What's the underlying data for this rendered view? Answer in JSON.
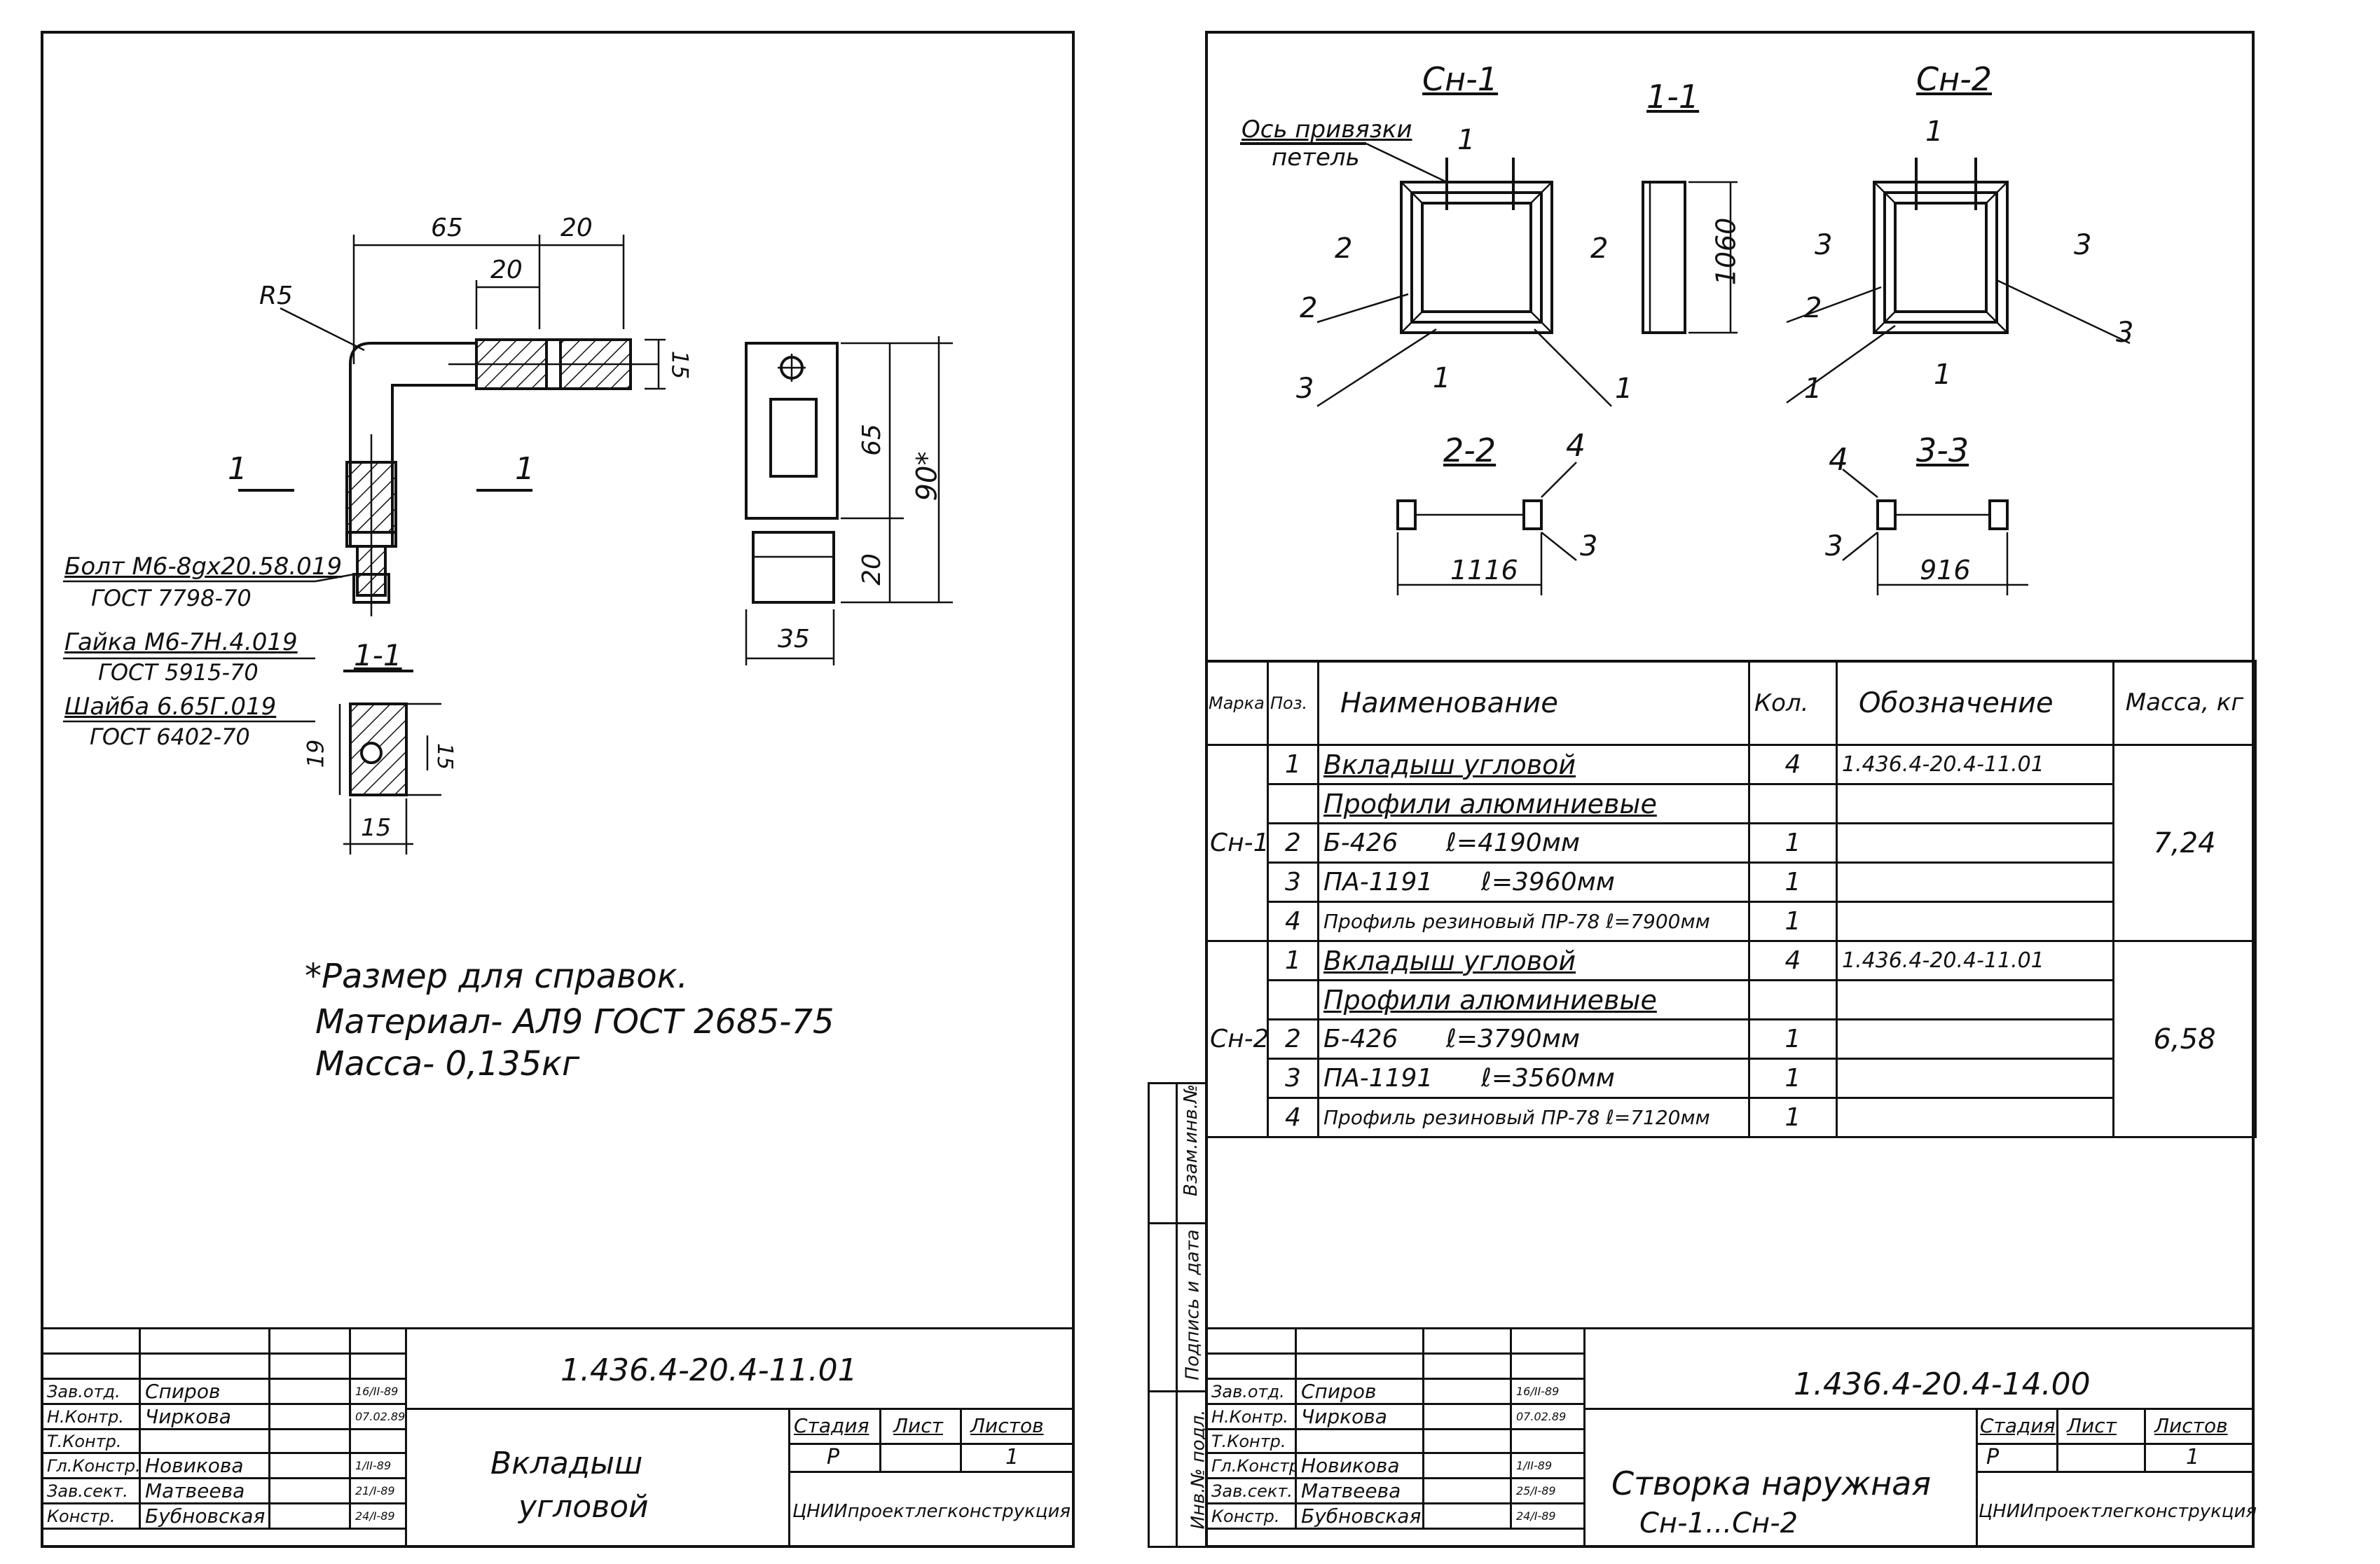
{
  "left": {
    "dims": {
      "d65_top": "65",
      "d20_top": "20",
      "d20_inner": "20",
      "r5": "R5",
      "d15_right": "15",
      "d65_side": "65",
      "d90": "90*",
      "d20_side": "20",
      "d35": "35",
      "d19": "19",
      "d15_sec_r": "15",
      "d15_sec_b": "15"
    },
    "section_mark": "1",
    "section_title": "1-1",
    "parts": [
      {
        "name": "Болт М6-8gх20.58.019",
        "std": "ГОСТ 7798-70"
      },
      {
        "name": "Гайка М6-7Н.4.019",
        "std": "ГОСТ 5915-70"
      },
      {
        "name": "Шайба 6.65Г.019",
        "std": "ГОСТ 6402-70"
      }
    ],
    "notes": [
      "*Размер для справок.",
      "Материал- АЛ9 ГОСТ 2685-75",
      "Масса- 0,135кг"
    ],
    "stamp": {
      "doc_code": "1.436.4-20.4-11.01",
      "title_l1": "Вкладыш",
      "title_l2": "угловой",
      "roles": [
        "Зав.отд.",
        "Н.Контр.",
        "Т.Контр.",
        "Гл.Констр.",
        "Зав.сект.",
        "Констр."
      ],
      "names": [
        "Спиров",
        "Чиркова",
        "",
        "Новикова",
        "Матвеева",
        "Бубновская"
      ],
      "dates": [
        "16/II-89",
        "07.02.89",
        "",
        "1/II-89",
        "21/I-89",
        "24/I-89"
      ],
      "stage_label": "Стадия",
      "sheet_label": "Лист",
      "sheets_label": "Листов",
      "stage": "Р",
      "sheet": "",
      "sheets": "1",
      "org": "ЦНИИпроектлегконструкция"
    }
  },
  "right": {
    "views": {
      "sn1": "Сн-1",
      "sn2": "Сн-2",
      "s11": "1-1",
      "s22": "2-2",
      "s33": "3-3",
      "axis_l1": "Ось привязки",
      "axis_l2": "петель",
      "d1060": "1060",
      "d1116": "1116",
      "d916": "916",
      "marks": {
        "one": "1",
        "two": "2",
        "three": "3",
        "four": "4"
      }
    },
    "spec": {
      "headers": {
        "mark": "Марка",
        "pos": "Поз.",
        "name": "Наименование",
        "qty": "Кол.",
        "code": "Обозначение",
        "mass": "Масса, кг"
      },
      "groups": [
        {
          "mark": "Сн-1",
          "mass": "7,24",
          "rows": [
            {
              "pos": "1",
              "name": "Вкладыш угловой",
              "qty": "4",
              "code": "1.436.4-20.4-11.01"
            },
            {
              "pos": "",
              "name": "Профили алюминиевые",
              "qty": "",
              "code": ""
            },
            {
              "pos": "2",
              "name": "Б-426      ℓ=4190мм",
              "qty": "1",
              "code": ""
            },
            {
              "pos": "3",
              "name": "ПА-1191      ℓ=3960мм",
              "qty": "1",
              "code": ""
            },
            {
              "pos": "4",
              "name": "Профиль резиновый ПР-78 ℓ=7900мм",
              "qty": "1",
              "code": ""
            }
          ]
        },
        {
          "mark": "Сн-2",
          "mass": "6,58",
          "rows": [
            {
              "pos": "1",
              "name": "Вкладыш угловой",
              "qty": "4",
              "code": "1.436.4-20.4-11.01"
            },
            {
              "pos": "",
              "name": "Профили алюминиевые",
              "qty": "",
              "code": ""
            },
            {
              "pos": "2",
              "name": "Б-426      ℓ=3790мм",
              "qty": "1",
              "code": ""
            },
            {
              "pos": "3",
              "name": "ПА-1191      ℓ=3560мм",
              "qty": "1",
              "code": ""
            },
            {
              "pos": "4",
              "name": "Профиль резиновый ПР-78 ℓ=7120мм",
              "qty": "1",
              "code": ""
            }
          ]
        }
      ]
    },
    "side_strip": [
      "Взам.инв.№",
      "Подпись и дата",
      "Инв.№ подл."
    ],
    "stamp": {
      "doc_code": "1.436.4-20.4-14.00",
      "title_l1": "Створка наружная",
      "title_l2": "Сн-1...Сн-2",
      "roles": [
        "Зав.отд.",
        "Н.Контр.",
        "Т.Контр.",
        "Гл.Констр.",
        "Зав.сект.",
        "Констр."
      ],
      "names": [
        "Спиров",
        "Чиркова",
        "",
        "Новикова",
        "Матвеева",
        "Бубновская"
      ],
      "dates": [
        "16/II-89",
        "07.02.89",
        "",
        "1/II-89",
        "25/I-89",
        "24/I-89"
      ],
      "stage_label": "Стадия",
      "sheet_label": "Лист",
      "sheets_label": "Листов",
      "stage": "Р",
      "sheet": "",
      "sheets": "1",
      "org": "ЦНИИпроектлегконструкция"
    }
  }
}
